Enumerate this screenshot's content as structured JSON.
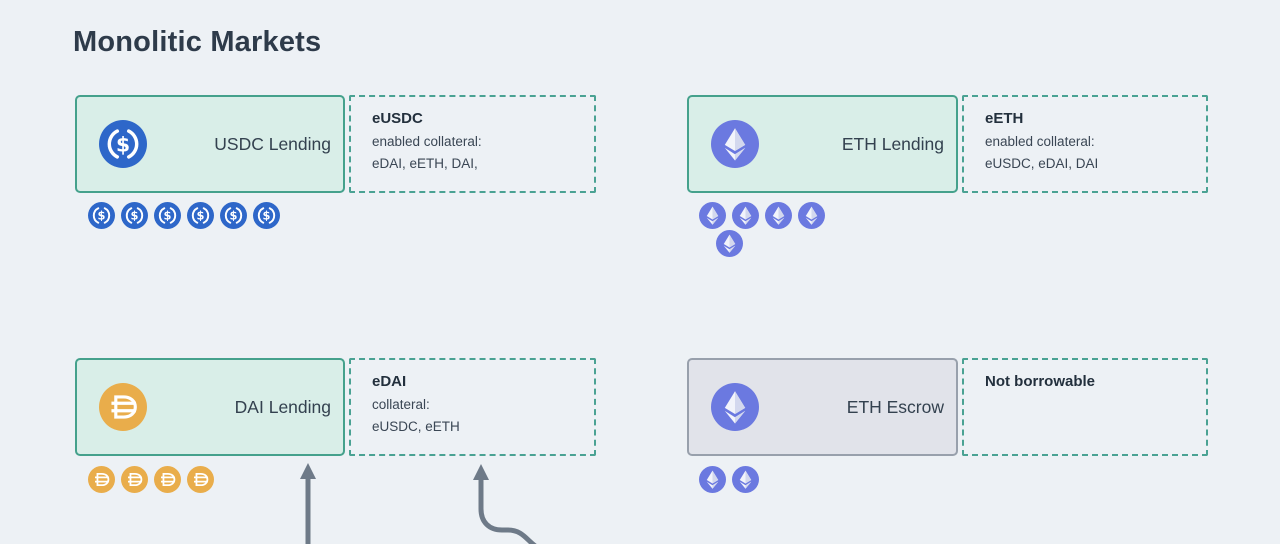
{
  "title": "Monolitic Markets",
  "colors": {
    "background": "#edf1f5",
    "market_fill": "#d9eee8",
    "market_border": "#45a18c",
    "escrow_fill": "#e1e3ea",
    "escrow_border": "#98a0ac",
    "note_border": "#4aa293",
    "text_dark": "#2e3b4a",
    "usdc_blue": "#2e67c9",
    "eth_purple": "#6b79e0",
    "dai_gold": "#e9ad4b",
    "arrow_gray": "#6e7a88"
  },
  "markets": [
    {
      "label": "USDC Lending",
      "note_title": "eUSDC",
      "note_line1": "enabled collateral:",
      "note_line2": "eDAI, eETH, DAI,",
      "coins": {
        "icon": "usdc",
        "rows": [
          6
        ]
      }
    },
    {
      "label": "ETH Lending",
      "note_title": "eETH",
      "note_line1": "enabled collateral:",
      "note_line2": "eUSDC, eDAI, DAI",
      "coins": {
        "icon": "eth",
        "rows": [
          4,
          1
        ]
      }
    },
    {
      "label": "DAI Lending",
      "note_title": "eDAI",
      "note_line1": "collateral:",
      "note_line2": "eUSDC, eETH",
      "coins": {
        "icon": "dai",
        "rows": [
          4
        ]
      }
    },
    {
      "label": "ETH Escrow",
      "note_title": "Not borrowable",
      "note_line1": "",
      "note_line2": "",
      "coins": {
        "icon": "eth",
        "rows": [
          2
        ]
      }
    }
  ]
}
